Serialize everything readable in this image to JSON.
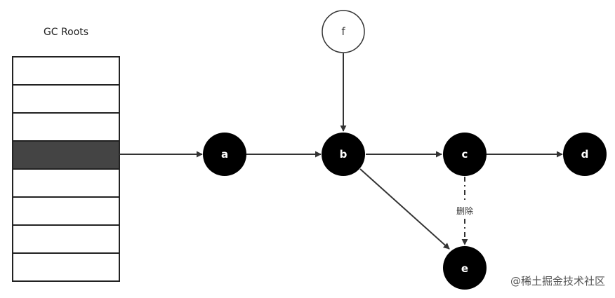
{
  "roots": {
    "title": "GC Roots",
    "slot_count": 8,
    "highlighted_slot": 3,
    "highlight_color": "#444444"
  },
  "nodes": [
    {
      "id": "a",
      "label": "a",
      "style": "filled"
    },
    {
      "id": "b",
      "label": "b",
      "style": "filled"
    },
    {
      "id": "c",
      "label": "c",
      "style": "filled"
    },
    {
      "id": "d",
      "label": "d",
      "style": "filled"
    },
    {
      "id": "e",
      "label": "e",
      "style": "filled"
    },
    {
      "id": "f",
      "label": "f",
      "style": "outline"
    }
  ],
  "edges": [
    {
      "from": "roots",
      "to": "a",
      "style": "solid"
    },
    {
      "from": "a",
      "to": "b",
      "style": "solid"
    },
    {
      "from": "f",
      "to": "b",
      "style": "solid"
    },
    {
      "from": "b",
      "to": "c",
      "style": "solid"
    },
    {
      "from": "c",
      "to": "d",
      "style": "solid"
    },
    {
      "from": "b",
      "to": "e",
      "style": "solid"
    },
    {
      "from": "c",
      "to": "e",
      "style": "dashed",
      "label": "删除"
    }
  ],
  "colors": {
    "node_fill": "#000000",
    "edge": "#333333"
  },
  "watermark": "@稀土掘金技术社区"
}
